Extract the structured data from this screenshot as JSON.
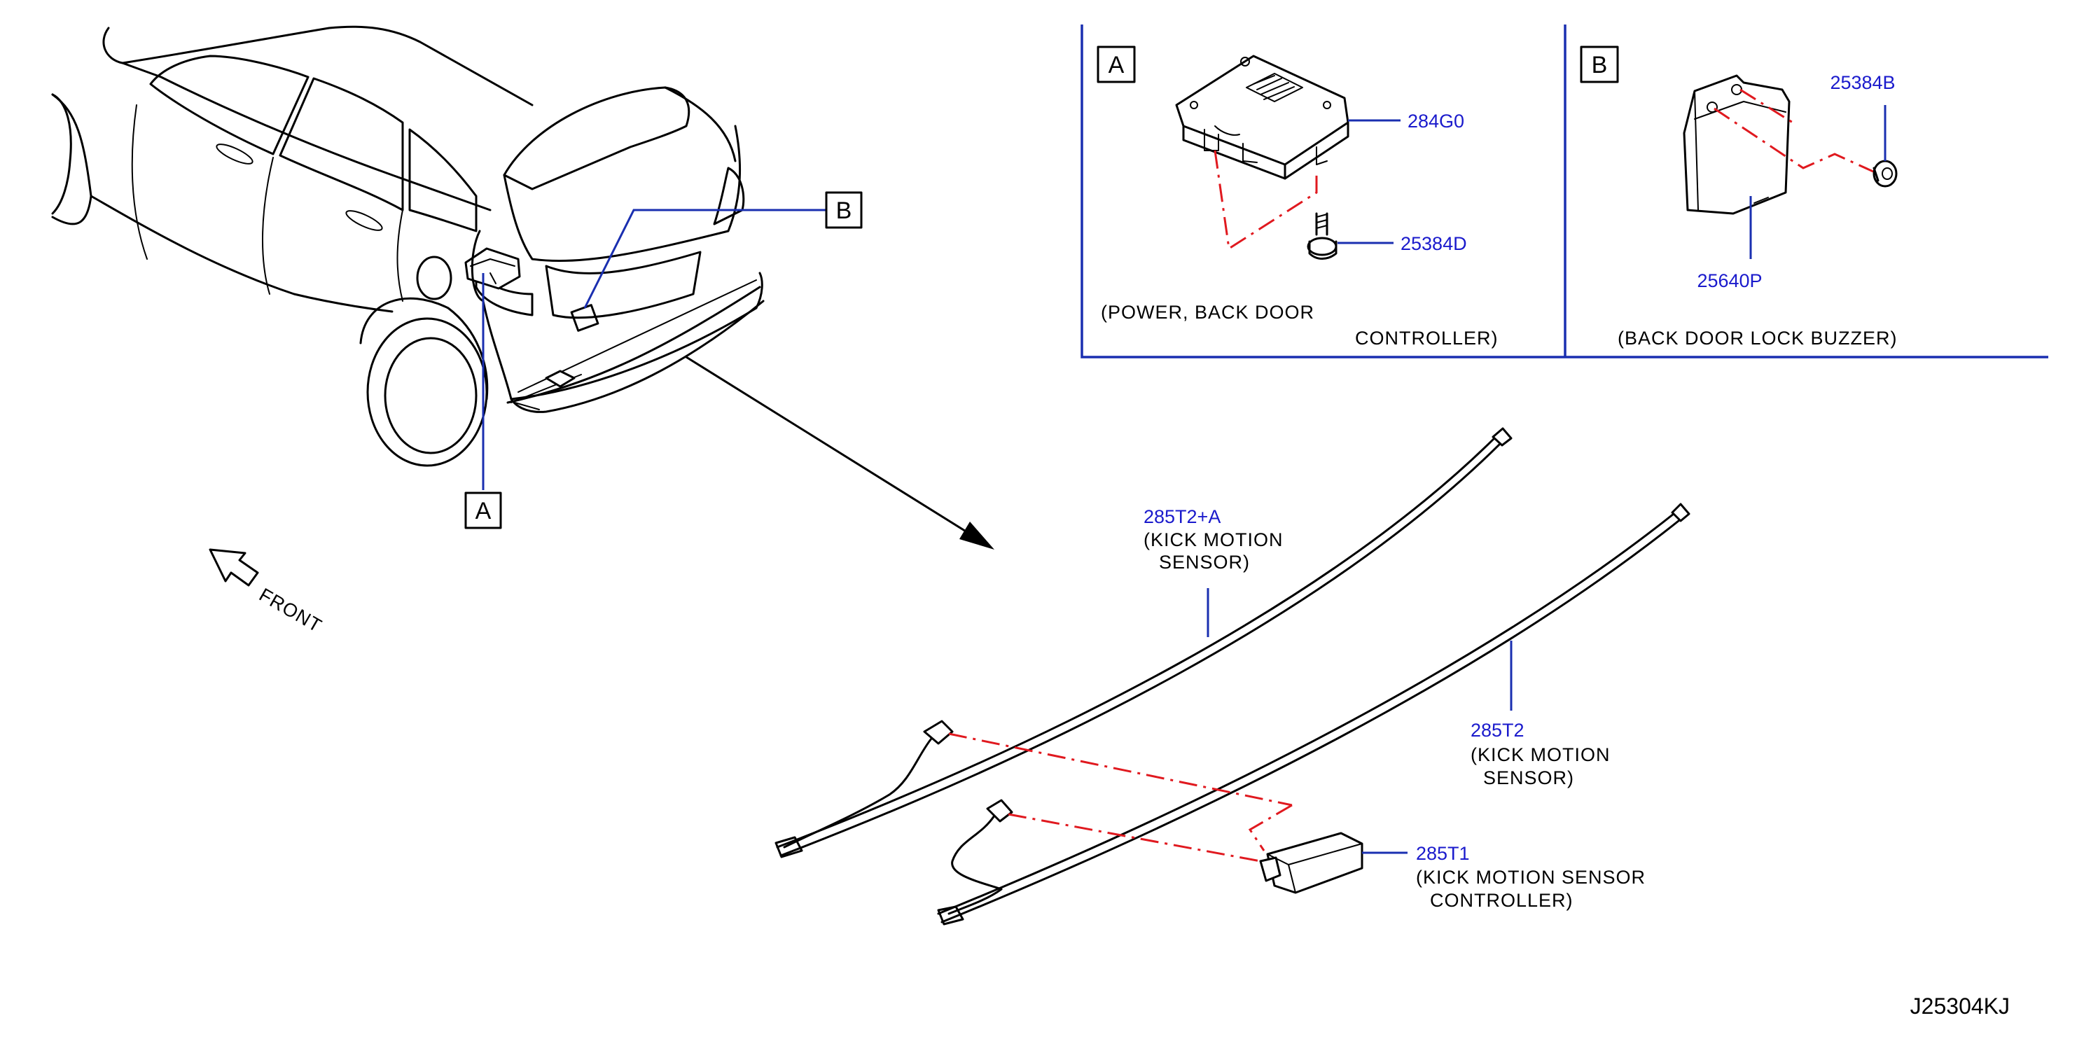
{
  "callouts": {
    "a": "A",
    "b": "B"
  },
  "front": "FRONT",
  "detail_a": {
    "tag": "A",
    "part_controller": "284G0",
    "part_bolt": "25384D",
    "desc_line1": "(POWER,  BACK  DOOR",
    "desc_line2": "CONTROLLER)"
  },
  "detail_b": {
    "tag": "B",
    "part_nut": "25384B",
    "part_buzzer": "25640P",
    "desc": "(BACK  DOOR  LOCK  BUZZER)"
  },
  "sensor_upper": {
    "part": "285T2+A",
    "line1": "(KICK  MOTION",
    "line2": "SENSOR)"
  },
  "sensor_lower": {
    "part": "285T2",
    "line1": "(KICK  MOTION",
    "line2": "SENSOR)"
  },
  "sensor_controller": {
    "part": "285T1",
    "line1": "(KICK  MOTION  SENSOR",
    "line2": "CONTROLLER)"
  },
  "diagram_code": "J25304KJ",
  "colors": {
    "part_number": "#1a1acc",
    "leader": "#1a2fb0",
    "phantom_line": "#e0191f"
  }
}
